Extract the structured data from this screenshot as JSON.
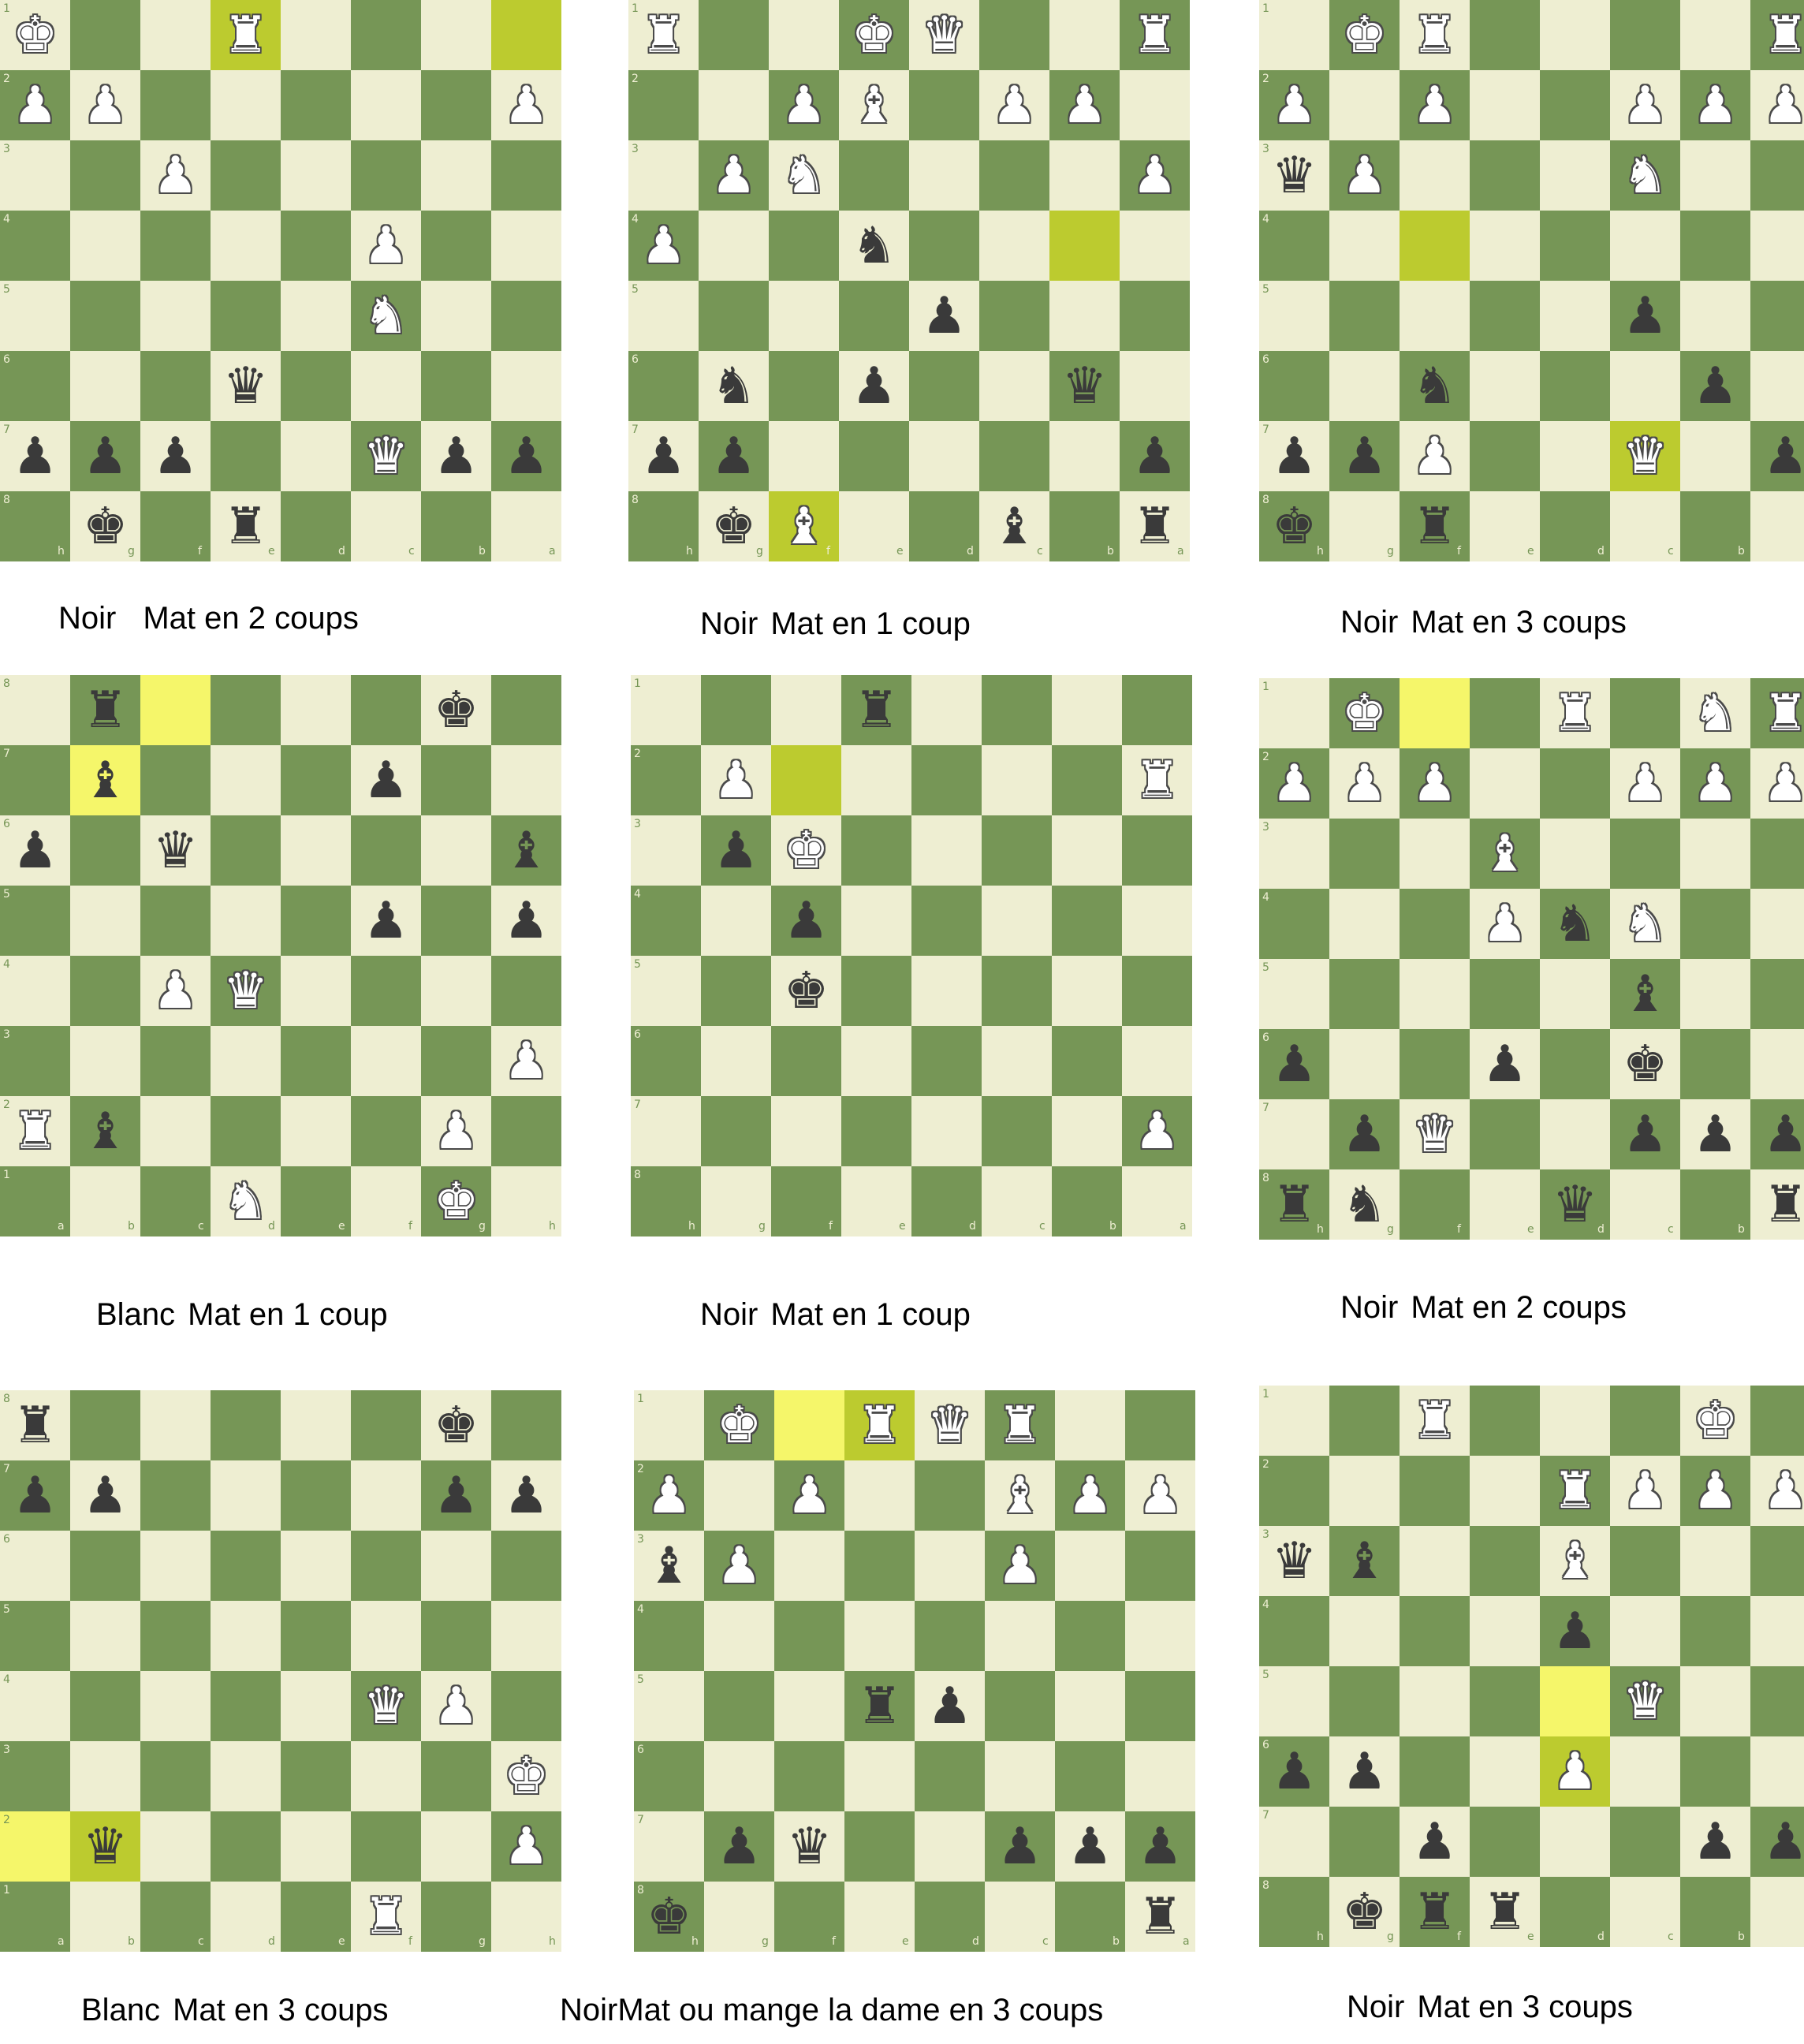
{
  "colors": {
    "light": "#eeeed2",
    "dark": "#769656",
    "highlight_light": "#f5f66a",
    "highlight_dark": "#bccb2f"
  },
  "pieces": {
    "K": "♚",
    "Q": "♛",
    "R": "♜",
    "B": "♝",
    "N": "♞",
    "P": "♟"
  },
  "puzzles": [
    {
      "caption": {
        "side": "Noir",
        "text": "Mat en 2 coups"
      },
      "files": [
        "h",
        "g",
        "f",
        "e",
        "d",
        "c",
        "b",
        "a"
      ],
      "ranks": [
        "1",
        "2",
        "3",
        "4",
        "5",
        "6",
        "7",
        "8"
      ],
      "highlights": [
        "e1",
        "a1"
      ],
      "pieces": [
        {
          "sq": "h1",
          "t": "K",
          "c": "w"
        },
        {
          "sq": "e1",
          "t": "R",
          "c": "w"
        },
        {
          "sq": "h2",
          "t": "P",
          "c": "w"
        },
        {
          "sq": "g2",
          "t": "P",
          "c": "w"
        },
        {
          "sq": "a2",
          "t": "P",
          "c": "w"
        },
        {
          "sq": "f3",
          "t": "P",
          "c": "w"
        },
        {
          "sq": "c4",
          "t": "P",
          "c": "w"
        },
        {
          "sq": "c5",
          "t": "N",
          "c": "w"
        },
        {
          "sq": "e6",
          "t": "Q",
          "c": "b"
        },
        {
          "sq": "h7",
          "t": "P",
          "c": "b"
        },
        {
          "sq": "g7",
          "t": "P",
          "c": "b"
        },
        {
          "sq": "f7",
          "t": "P",
          "c": "b"
        },
        {
          "sq": "c7",
          "t": "Q",
          "c": "w"
        },
        {
          "sq": "b7",
          "t": "P",
          "c": "b"
        },
        {
          "sq": "a7",
          "t": "P",
          "c": "b"
        },
        {
          "sq": "g8",
          "t": "K",
          "c": "b"
        },
        {
          "sq": "e8",
          "t": "R",
          "c": "b"
        }
      ]
    },
    {
      "caption": {
        "side": "Noir",
        "text": "Mat en 1 coup"
      },
      "files": [
        "h",
        "g",
        "f",
        "e",
        "d",
        "c",
        "b",
        "a"
      ],
      "ranks": [
        "1",
        "2",
        "3",
        "4",
        "5",
        "6",
        "7",
        "8"
      ],
      "highlights": [
        "b4",
        "f8"
      ],
      "pieces": [
        {
          "sq": "h1",
          "t": "R",
          "c": "w"
        },
        {
          "sq": "e1",
          "t": "K",
          "c": "w"
        },
        {
          "sq": "d1",
          "t": "Q",
          "c": "w"
        },
        {
          "sq": "a1",
          "t": "R",
          "c": "w"
        },
        {
          "sq": "f2",
          "t": "P",
          "c": "w"
        },
        {
          "sq": "e2",
          "t": "B",
          "c": "w"
        },
        {
          "sq": "c2",
          "t": "P",
          "c": "w"
        },
        {
          "sq": "b2",
          "t": "P",
          "c": "w"
        },
        {
          "sq": "g3",
          "t": "P",
          "c": "w"
        },
        {
          "sq": "f3",
          "t": "N",
          "c": "w"
        },
        {
          "sq": "a3",
          "t": "P",
          "c": "w"
        },
        {
          "sq": "h4",
          "t": "P",
          "c": "w"
        },
        {
          "sq": "e4",
          "t": "N",
          "c": "b"
        },
        {
          "sq": "d5",
          "t": "P",
          "c": "b"
        },
        {
          "sq": "g6",
          "t": "N",
          "c": "b"
        },
        {
          "sq": "e6",
          "t": "P",
          "c": "b"
        },
        {
          "sq": "b6",
          "t": "Q",
          "c": "b"
        },
        {
          "sq": "h7",
          "t": "P",
          "c": "b"
        },
        {
          "sq": "g7",
          "t": "P",
          "c": "b"
        },
        {
          "sq": "a7",
          "t": "P",
          "c": "b"
        },
        {
          "sq": "g8",
          "t": "K",
          "c": "b"
        },
        {
          "sq": "f8",
          "t": "B",
          "c": "w"
        },
        {
          "sq": "c8",
          "t": "B",
          "c": "b"
        },
        {
          "sq": "a8",
          "t": "R",
          "c": "b"
        }
      ]
    },
    {
      "caption": {
        "side": "Noir",
        "text": "Mat en 3 coups"
      },
      "files": [
        "h",
        "g",
        "f",
        "e",
        "d",
        "c",
        "b",
        "a"
      ],
      "ranks": [
        "1",
        "2",
        "3",
        "4",
        "5",
        "6",
        "7",
        "8"
      ],
      "highlights": [
        "f4",
        "c7"
      ],
      "pieces": [
        {
          "sq": "g1",
          "t": "K",
          "c": "w"
        },
        {
          "sq": "f1",
          "t": "R",
          "c": "w"
        },
        {
          "sq": "a1",
          "t": "R",
          "c": "w"
        },
        {
          "sq": "h2",
          "t": "P",
          "c": "w"
        },
        {
          "sq": "f2",
          "t": "P",
          "c": "w"
        },
        {
          "sq": "c2",
          "t": "P",
          "c": "w"
        },
        {
          "sq": "b2",
          "t": "P",
          "c": "w"
        },
        {
          "sq": "a2",
          "t": "P",
          "c": "w"
        },
        {
          "sq": "h3",
          "t": "Q",
          "c": "b"
        },
        {
          "sq": "g3",
          "t": "P",
          "c": "w"
        },
        {
          "sq": "c3",
          "t": "N",
          "c": "w"
        },
        {
          "sq": "c5",
          "t": "P",
          "c": "b"
        },
        {
          "sq": "f6",
          "t": "N",
          "c": "b"
        },
        {
          "sq": "b6",
          "t": "P",
          "c": "b"
        },
        {
          "sq": "h7",
          "t": "P",
          "c": "b"
        },
        {
          "sq": "g7",
          "t": "P",
          "c": "b"
        },
        {
          "sq": "f7",
          "t": "P",
          "c": "w"
        },
        {
          "sq": "c7",
          "t": "Q",
          "c": "w"
        },
        {
          "sq": "a7",
          "t": "P",
          "c": "b"
        },
        {
          "sq": "h8",
          "t": "K",
          "c": "b"
        },
        {
          "sq": "f8",
          "t": "R",
          "c": "b"
        }
      ]
    },
    {
      "caption": {
        "side": "Blanc",
        "text": "Mat en 1 coup"
      },
      "files": [
        "a",
        "b",
        "c",
        "d",
        "e",
        "f",
        "g",
        "h"
      ],
      "ranks": [
        "8",
        "7",
        "6",
        "5",
        "4",
        "3",
        "2",
        "1"
      ],
      "highlights": [
        "c8",
        "b7"
      ],
      "pieces": [
        {
          "sq": "b8",
          "t": "R",
          "c": "b"
        },
        {
          "sq": "g8",
          "t": "K",
          "c": "b"
        },
        {
          "sq": "b7",
          "t": "B",
          "c": "b"
        },
        {
          "sq": "f7",
          "t": "P",
          "c": "b"
        },
        {
          "sq": "a6",
          "t": "P",
          "c": "b"
        },
        {
          "sq": "c6",
          "t": "Q",
          "c": "b"
        },
        {
          "sq": "h6",
          "t": "B",
          "c": "b"
        },
        {
          "sq": "f5",
          "t": "P",
          "c": "b"
        },
        {
          "sq": "h5",
          "t": "P",
          "c": "b"
        },
        {
          "sq": "c4",
          "t": "P",
          "c": "w"
        },
        {
          "sq": "d4",
          "t": "Q",
          "c": "w"
        },
        {
          "sq": "h3",
          "t": "P",
          "c": "w"
        },
        {
          "sq": "a2",
          "t": "R",
          "c": "w"
        },
        {
          "sq": "b2",
          "t": "B",
          "c": "b"
        },
        {
          "sq": "g2",
          "t": "P",
          "c": "w"
        },
        {
          "sq": "d1",
          "t": "N",
          "c": "w"
        },
        {
          "sq": "g1",
          "t": "K",
          "c": "w"
        }
      ]
    },
    {
      "caption": {
        "side": "Noir",
        "text": "Mat en 1 coup"
      },
      "files": [
        "h",
        "g",
        "f",
        "e",
        "d",
        "c",
        "b",
        "a"
      ],
      "ranks": [
        "1",
        "2",
        "3",
        "4",
        "5",
        "6",
        "7",
        "8"
      ],
      "highlights": [
        "f2"
      ],
      "pieces": [
        {
          "sq": "e1",
          "t": "R",
          "c": "b"
        },
        {
          "sq": "g2",
          "t": "P",
          "c": "w"
        },
        {
          "sq": "a2",
          "t": "R",
          "c": "w"
        },
        {
          "sq": "g3",
          "t": "P",
          "c": "b"
        },
        {
          "sq": "f3",
          "t": "K",
          "c": "w"
        },
        {
          "sq": "f4",
          "t": "P",
          "c": "b"
        },
        {
          "sq": "f5",
          "t": "K",
          "c": "b"
        },
        {
          "sq": "a7",
          "t": "P",
          "c": "w"
        }
      ]
    },
    {
      "caption": {
        "side": "Noir",
        "text": "Mat en 2 coups"
      },
      "files": [
        "h",
        "g",
        "f",
        "e",
        "d",
        "c",
        "b",
        "a"
      ],
      "ranks": [
        "1",
        "2",
        "3",
        "4",
        "5",
        "6",
        "7",
        "8"
      ],
      "highlights": [
        "f1"
      ],
      "pieces": [
        {
          "sq": "g1",
          "t": "K",
          "c": "w"
        },
        {
          "sq": "d1",
          "t": "R",
          "c": "w"
        },
        {
          "sq": "b1",
          "t": "N",
          "c": "w"
        },
        {
          "sq": "a1",
          "t": "R",
          "c": "w"
        },
        {
          "sq": "h2",
          "t": "P",
          "c": "w"
        },
        {
          "sq": "g2",
          "t": "P",
          "c": "w"
        },
        {
          "sq": "f2",
          "t": "P",
          "c": "w"
        },
        {
          "sq": "c2",
          "t": "P",
          "c": "w"
        },
        {
          "sq": "b2",
          "t": "P",
          "c": "w"
        },
        {
          "sq": "a2",
          "t": "P",
          "c": "w"
        },
        {
          "sq": "e3",
          "t": "B",
          "c": "w"
        },
        {
          "sq": "e4",
          "t": "P",
          "c": "w"
        },
        {
          "sq": "d4",
          "t": "N",
          "c": "b"
        },
        {
          "sq": "c4",
          "t": "N",
          "c": "w"
        },
        {
          "sq": "c5",
          "t": "B",
          "c": "b"
        },
        {
          "sq": "h6",
          "t": "P",
          "c": "b"
        },
        {
          "sq": "e6",
          "t": "P",
          "c": "b"
        },
        {
          "sq": "c6",
          "t": "K",
          "c": "b"
        },
        {
          "sq": "g7",
          "t": "P",
          "c": "b"
        },
        {
          "sq": "f7",
          "t": "Q",
          "c": "w"
        },
        {
          "sq": "c7",
          "t": "P",
          "c": "b"
        },
        {
          "sq": "b7",
          "t": "P",
          "c": "b"
        },
        {
          "sq": "a7",
          "t": "P",
          "c": "b"
        },
        {
          "sq": "h8",
          "t": "R",
          "c": "b"
        },
        {
          "sq": "g8",
          "t": "N",
          "c": "b"
        },
        {
          "sq": "d8",
          "t": "Q",
          "c": "b"
        },
        {
          "sq": "a8",
          "t": "R",
          "c": "b"
        }
      ]
    },
    {
      "caption": {
        "side": "Blanc",
        "text": "Mat en 3 coups"
      },
      "files": [
        "a",
        "b",
        "c",
        "d",
        "e",
        "f",
        "g",
        "h"
      ],
      "ranks": [
        "8",
        "7",
        "6",
        "5",
        "4",
        "3",
        "2",
        "1"
      ],
      "highlights": [
        "a2",
        "b2"
      ],
      "pieces": [
        {
          "sq": "a8",
          "t": "R",
          "c": "b"
        },
        {
          "sq": "g8",
          "t": "K",
          "c": "b"
        },
        {
          "sq": "a7",
          "t": "P",
          "c": "b"
        },
        {
          "sq": "b7",
          "t": "P",
          "c": "b"
        },
        {
          "sq": "g7",
          "t": "P",
          "c": "b"
        },
        {
          "sq": "h7",
          "t": "P",
          "c": "b"
        },
        {
          "sq": "f4",
          "t": "Q",
          "c": "w"
        },
        {
          "sq": "g4",
          "t": "P",
          "c": "w"
        },
        {
          "sq": "h3",
          "t": "K",
          "c": "w"
        },
        {
          "sq": "b2",
          "t": "Q",
          "c": "b"
        },
        {
          "sq": "h2",
          "t": "P",
          "c": "w"
        },
        {
          "sq": "f1",
          "t": "R",
          "c": "w"
        }
      ]
    },
    {
      "caption": {
        "side": "Noir",
        "text": "Mat ou mange la dame en 3 coups"
      },
      "files": [
        "h",
        "g",
        "f",
        "e",
        "d",
        "c",
        "b",
        "a"
      ],
      "ranks": [
        "1",
        "2",
        "3",
        "4",
        "5",
        "6",
        "7",
        "8"
      ],
      "highlights": [
        "f1",
        "e1"
      ],
      "pieces": [
        {
          "sq": "g1",
          "t": "K",
          "c": "w"
        },
        {
          "sq": "e1",
          "t": "R",
          "c": "w"
        },
        {
          "sq": "d1",
          "t": "Q",
          "c": "w"
        },
        {
          "sq": "c1",
          "t": "R",
          "c": "w"
        },
        {
          "sq": "h2",
          "t": "P",
          "c": "w"
        },
        {
          "sq": "f2",
          "t": "P",
          "c": "w"
        },
        {
          "sq": "c2",
          "t": "B",
          "c": "w"
        },
        {
          "sq": "b2",
          "t": "P",
          "c": "w"
        },
        {
          "sq": "a2",
          "t": "P",
          "c": "w"
        },
        {
          "sq": "h3",
          "t": "B",
          "c": "b"
        },
        {
          "sq": "g3",
          "t": "P",
          "c": "w"
        },
        {
          "sq": "c3",
          "t": "P",
          "c": "w"
        },
        {
          "sq": "e5",
          "t": "R",
          "c": "b"
        },
        {
          "sq": "d5",
          "t": "P",
          "c": "b"
        },
        {
          "sq": "g7",
          "t": "P",
          "c": "b"
        },
        {
          "sq": "f7",
          "t": "Q",
          "c": "b"
        },
        {
          "sq": "c7",
          "t": "P",
          "c": "b"
        },
        {
          "sq": "b7",
          "t": "P",
          "c": "b"
        },
        {
          "sq": "a7",
          "t": "P",
          "c": "b"
        },
        {
          "sq": "h8",
          "t": "K",
          "c": "b"
        },
        {
          "sq": "a8",
          "t": "R",
          "c": "b"
        }
      ]
    },
    {
      "caption": {
        "side": "Noir",
        "text": "Mat en 3 coups"
      },
      "files": [
        "h",
        "g",
        "f",
        "e",
        "d",
        "c",
        "b",
        "a"
      ],
      "ranks": [
        "1",
        "2",
        "3",
        "4",
        "5",
        "6",
        "7",
        "8"
      ],
      "highlights": [
        "d5",
        "d6"
      ],
      "pieces": [
        {
          "sq": "f1",
          "t": "R",
          "c": "w"
        },
        {
          "sq": "b1",
          "t": "K",
          "c": "w"
        },
        {
          "sq": "d2",
          "t": "R",
          "c": "w"
        },
        {
          "sq": "c2",
          "t": "P",
          "c": "w"
        },
        {
          "sq": "b2",
          "t": "P",
          "c": "w"
        },
        {
          "sq": "a2",
          "t": "P",
          "c": "w"
        },
        {
          "sq": "h3",
          "t": "Q",
          "c": "b"
        },
        {
          "sq": "g3",
          "t": "B",
          "c": "b"
        },
        {
          "sq": "d3",
          "t": "B",
          "c": "w"
        },
        {
          "sq": "d4",
          "t": "P",
          "c": "b"
        },
        {
          "sq": "c5",
          "t": "Q",
          "c": "w"
        },
        {
          "sq": "h6",
          "t": "P",
          "c": "b"
        },
        {
          "sq": "g6",
          "t": "P",
          "c": "b"
        },
        {
          "sq": "d6",
          "t": "P",
          "c": "w"
        },
        {
          "sq": "f7",
          "t": "P",
          "c": "b"
        },
        {
          "sq": "b7",
          "t": "P",
          "c": "b"
        },
        {
          "sq": "a7",
          "t": "P",
          "c": "b"
        },
        {
          "sq": "g8",
          "t": "K",
          "c": "b"
        },
        {
          "sq": "f8",
          "t": "R",
          "c": "b"
        },
        {
          "sq": "e8",
          "t": "R",
          "c": "b"
        }
      ]
    }
  ]
}
